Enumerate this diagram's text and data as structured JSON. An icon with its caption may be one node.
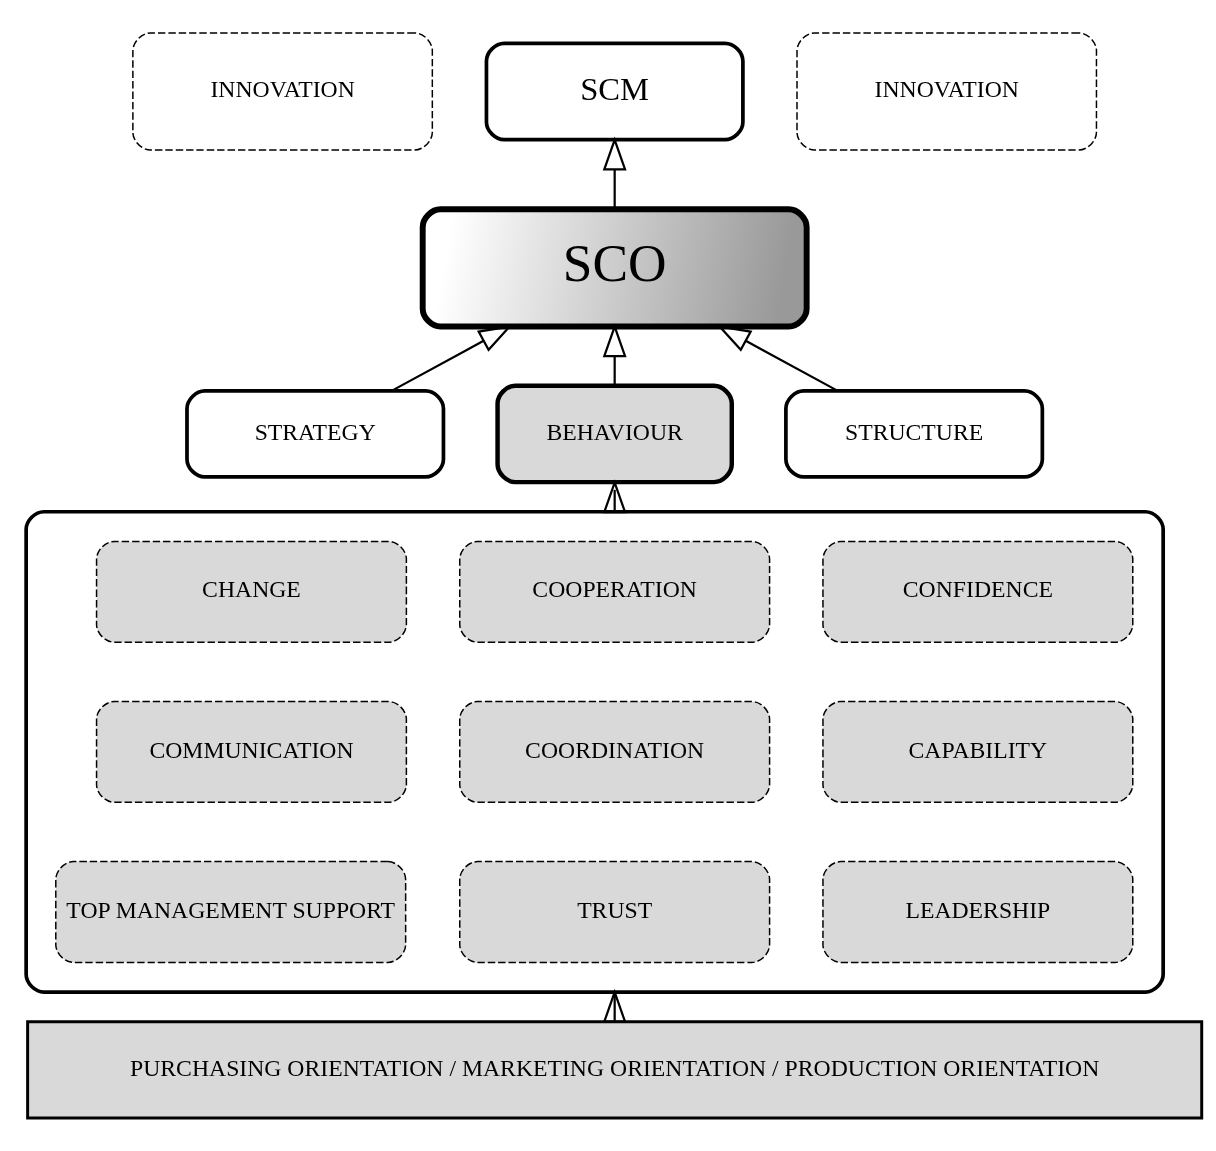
{
  "diagram": {
    "nodes": [
      {
        "text": [
          "SCM"
        ]
      },
      {
        "text": [
          "INNOVATION"
        ]
      },
      {
        "text": [
          "INNOVATION"
        ]
      },
      {
        "text": [
          "SCO"
        ]
      },
      {
        "text": [
          "STRATEGY"
        ]
      },
      {
        "text": [
          "BEHAVIOUR"
        ]
      },
      {
        "text": [
          "STRUCTURE"
        ]
      },
      {
        "text": [],
        "shape": "box"
      },
      {
        "text": [
          "CHANGE"
        ],
        "in": 7
      },
      {
        "text": [
          "COOPERATION"
        ],
        "in": 7
      },
      {
        "text": [
          "CONFIDENCE"
        ],
        "in": 7
      },
      {
        "text": [
          "COMMUNICATION"
        ],
        "in": 7
      },
      {
        "text": [
          "COORDINATION"
        ],
        "in": 7
      },
      {
        "text": [
          "CAPABILITY"
        ],
        "in": 7
      },
      {
        "text": [
          "TOP MANAGEMENT SUPPORT"
        ],
        "in": 7
      },
      {
        "text": [
          "TRUST"
        ],
        "in": 7
      },
      {
        "text": [
          "LEADERSHIP"
        ],
        "in": 7
      },
      {
        "text": [
          "PURCHASING ORIENTATION / MARKETING ORIENTATION / PRODUCTION ORIENTATION"
        ]
      }
    ],
    "edges": [
      {
        "from": 3,
        "to": 0,
        "arrow": "to"
      },
      {
        "from": 4,
        "to": 3,
        "arrow": "to"
      },
      {
        "from": 5,
        "to": 3,
        "arrow": "to"
      },
      {
        "from": 6,
        "to": 3,
        "arrow": "to"
      },
      {
        "from": 7,
        "to": 5,
        "arrow": "to"
      },
      {
        "from": 17,
        "to": 7,
        "arrow": "to"
      }
    ]
  }
}
